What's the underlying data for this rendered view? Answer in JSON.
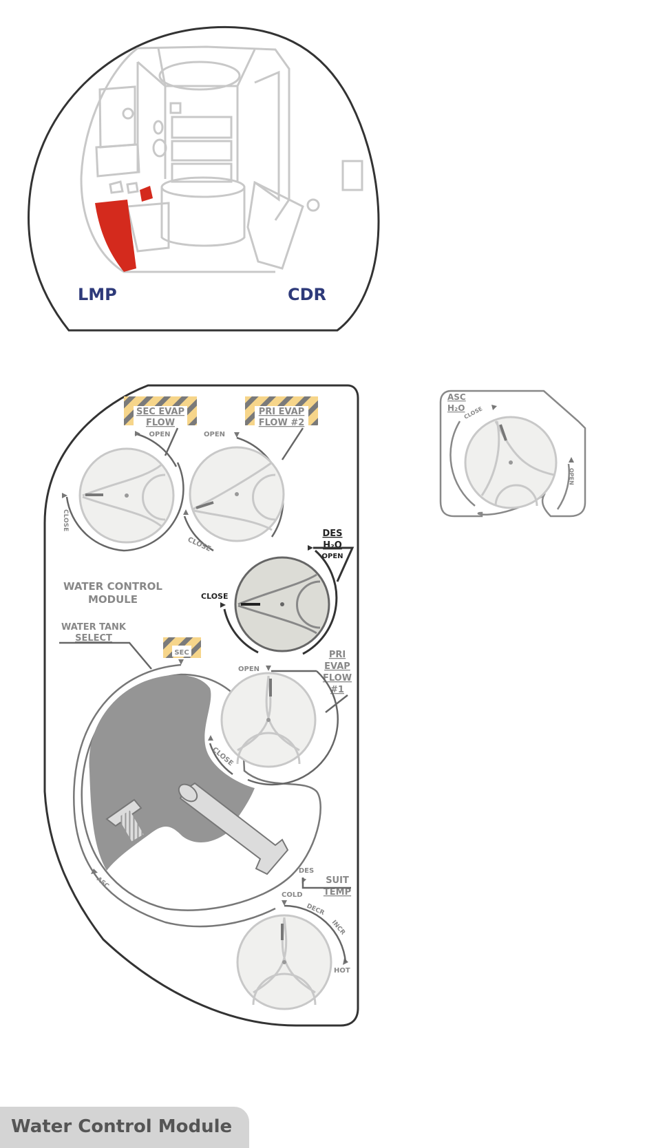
{
  "cabin": {
    "lmp_label": "LMP",
    "cdr_label": "CDR"
  },
  "sec_evap": {
    "line1": "SEC EVAP",
    "line2": "FLOW",
    "open": "OPEN",
    "close": "CLOSE"
  },
  "pri_evap2": {
    "line1": "PRI EVAP",
    "line2": "FLOW #2",
    "open": "OPEN",
    "close": "CLOSE"
  },
  "des_h2o": {
    "line1": "DES",
    "line2": "H₂O",
    "open": "OPEN",
    "close": "CLOSE"
  },
  "module_title": {
    "line1": "WATER CONTROL",
    "line2": "MODULE"
  },
  "tank_select": {
    "line1": "WATER TANK",
    "line2": "SELECT",
    "sec": "SEC",
    "asc": "ASC",
    "des": "DES"
  },
  "pri_evap1": {
    "line1": "PRI",
    "line2": "EVAP",
    "line3": "FLOW",
    "line4": "#1",
    "open": "OPEN",
    "close": "CLOSE"
  },
  "suit_temp": {
    "line1": "SUIT",
    "line2": "TEMP",
    "cold": "COLD",
    "decr": "DECR",
    "incr": "INCR",
    "hot": "HOT"
  },
  "asc_h2o": {
    "line1": "ASC",
    "line2": "H₂O",
    "close": "CLOSE",
    "open": "OPEN"
  },
  "footer": {
    "title": "Water Control Module"
  },
  "colors": {
    "highlight_red": "#d42a1d",
    "label_blue": "#2e3a7a",
    "hazard_yellow": "#f6d58a",
    "panel_outline": "#333333"
  }
}
